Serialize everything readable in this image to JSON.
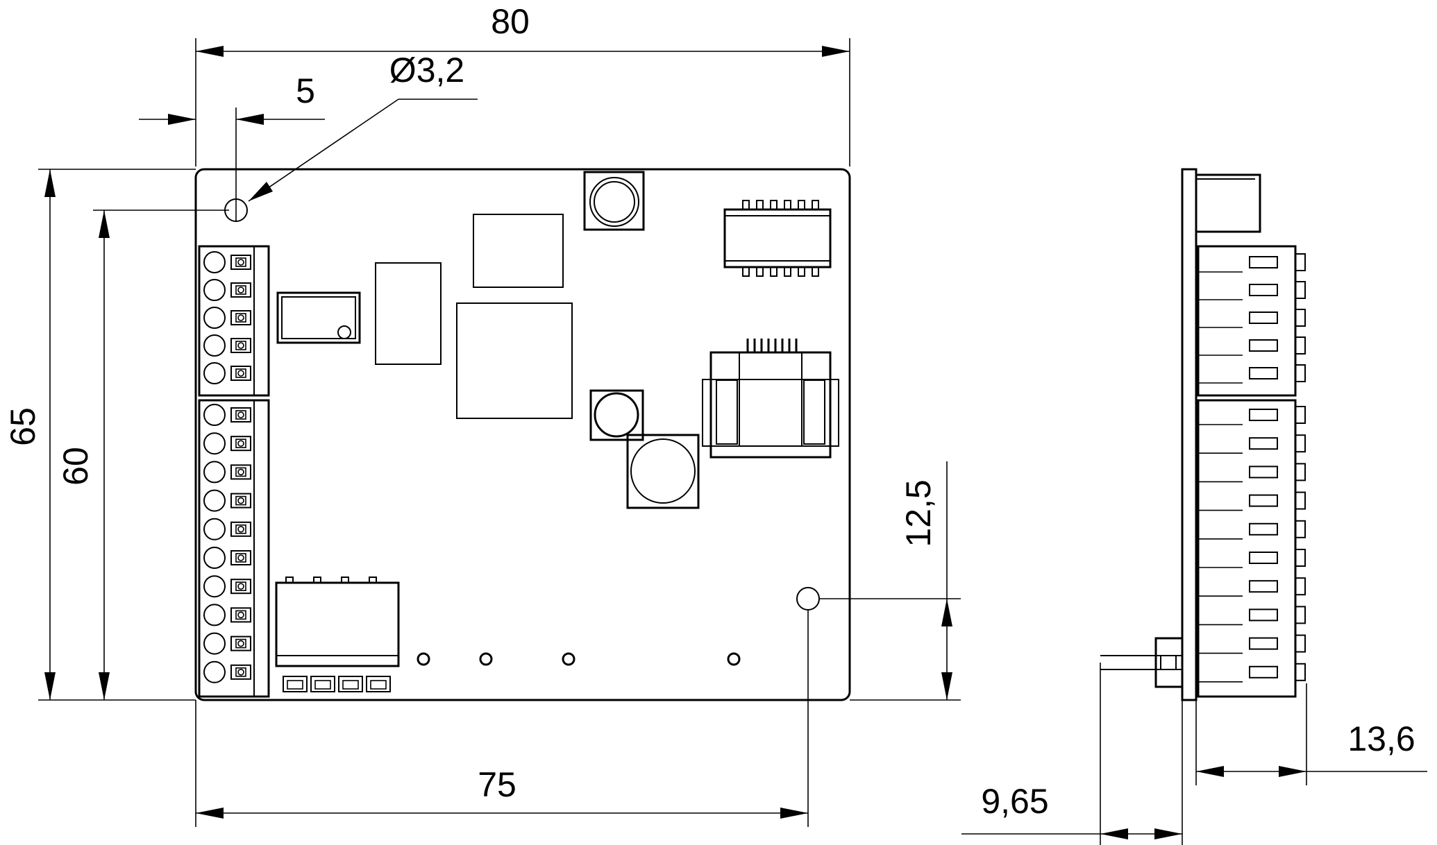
{
  "dimensions": {
    "width_overall": "80",
    "hole_offset": "5",
    "hole_diameter": "Ø3,2",
    "height_overall": "65",
    "hole_spacing_vertical": "60",
    "hole_height_right": "12,5",
    "hole_spacing_horizontal": "75",
    "side_depth": "13,6",
    "pin_length": "9,65"
  },
  "colors": {
    "line": "#000000",
    "background": "#ffffff"
  }
}
